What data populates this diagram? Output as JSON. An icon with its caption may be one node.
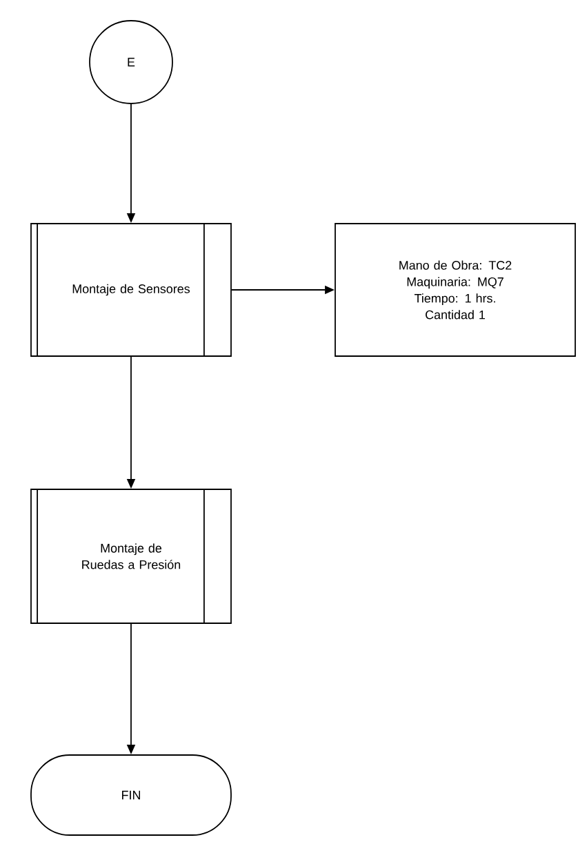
{
  "diagram": {
    "nodes": [
      {
        "text": [
          "E"
        ]
      },
      {
        "text": [
          "Montaje de Sensores"
        ]
      },
      {
        "text": [
          "Mano de Obra: TC2",
          "Maquinaria: MQ7",
          "Tiempo: 1 hrs.",
          "Cantidad 1"
        ]
      },
      {
        "text": [
          "Montaje de Ruedas a Presión"
        ]
      },
      {
        "text": [
          "FIN"
        ]
      }
    ],
    "edges": [
      {
        "from": 0,
        "to": 1,
        "arrow": "to"
      },
      {
        "from": 1,
        "to": 2,
        "arrow": "to"
      },
      {
        "from": 1,
        "to": 3,
        "arrow": "to"
      },
      {
        "from": 3,
        "to": 4,
        "arrow": "to"
      }
    ]
  }
}
